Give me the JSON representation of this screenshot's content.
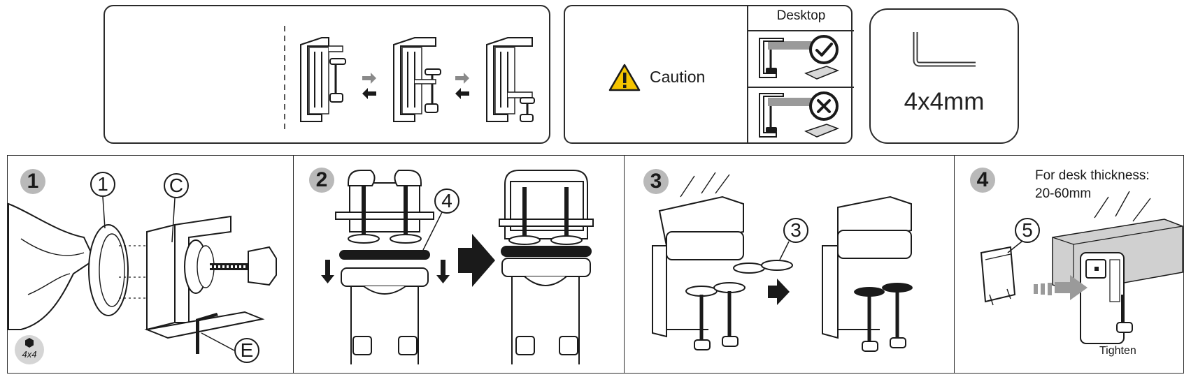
{
  "top": {
    "caution": {
      "label": "Caution",
      "desktop_label": "Desktop"
    },
    "tool": {
      "size_label": "4x4mm"
    }
  },
  "steps": [
    {
      "number": "1",
      "callouts": [
        "1",
        "C",
        "E"
      ],
      "hex_label": "4x4"
    },
    {
      "number": "2",
      "callouts": [
        "4"
      ]
    },
    {
      "number": "3",
      "callouts": [
        "3"
      ]
    },
    {
      "number": "4",
      "callouts": [
        "5"
      ],
      "note_line1": "For desk thickness:",
      "note_line2": "20-60mm",
      "tighten_label": "Tighten"
    }
  ],
  "icons": {
    "warning": "warning-triangle-icon",
    "check": "check-circle-icon",
    "cross": "cross-circle-icon",
    "hex_key": "hex-key-icon"
  },
  "colors": {
    "badge": "#b9b9b9",
    "warning_fill": "#f5c400",
    "line": "#1a1a1a"
  }
}
